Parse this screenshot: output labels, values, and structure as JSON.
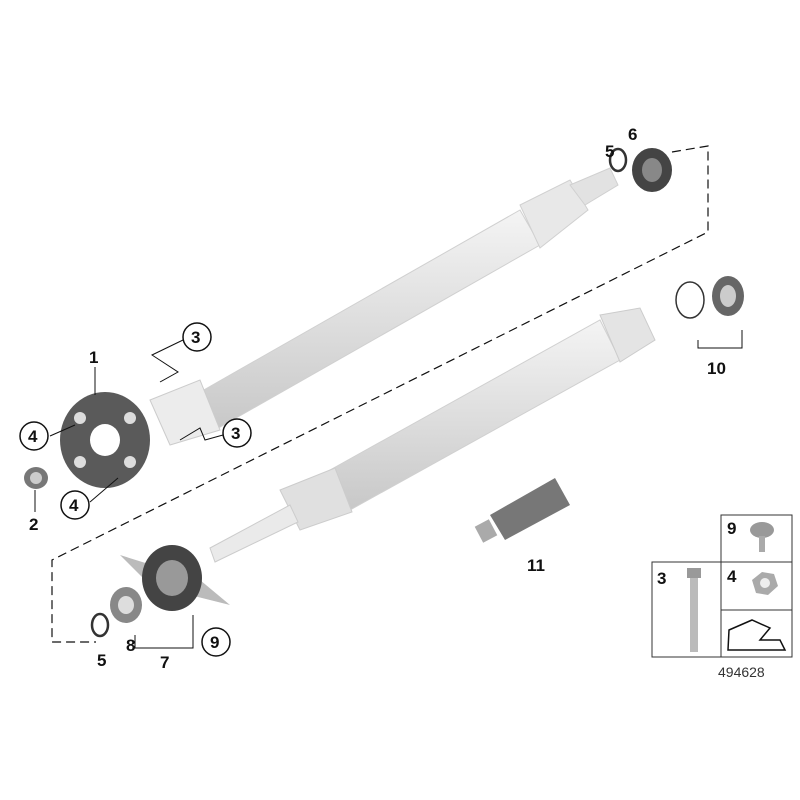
{
  "callouts": {
    "c1": "1",
    "c2": "2",
    "c3a": "3",
    "c3b": "3",
    "c4a": "4",
    "c4b": "4",
    "c5a": "5",
    "c6": "6",
    "c5b": "5",
    "c8": "8",
    "c7": "7",
    "c9": "9",
    "c10": "10",
    "c11": "11"
  },
  "legend_box": {
    "bolt_label": "3",
    "screw_label": "9",
    "nut_label": "4"
  },
  "diagram_number": "494628",
  "colors": {
    "shaft": "#e6e6e6",
    "rubber": "#555555",
    "line": "#111111"
  }
}
